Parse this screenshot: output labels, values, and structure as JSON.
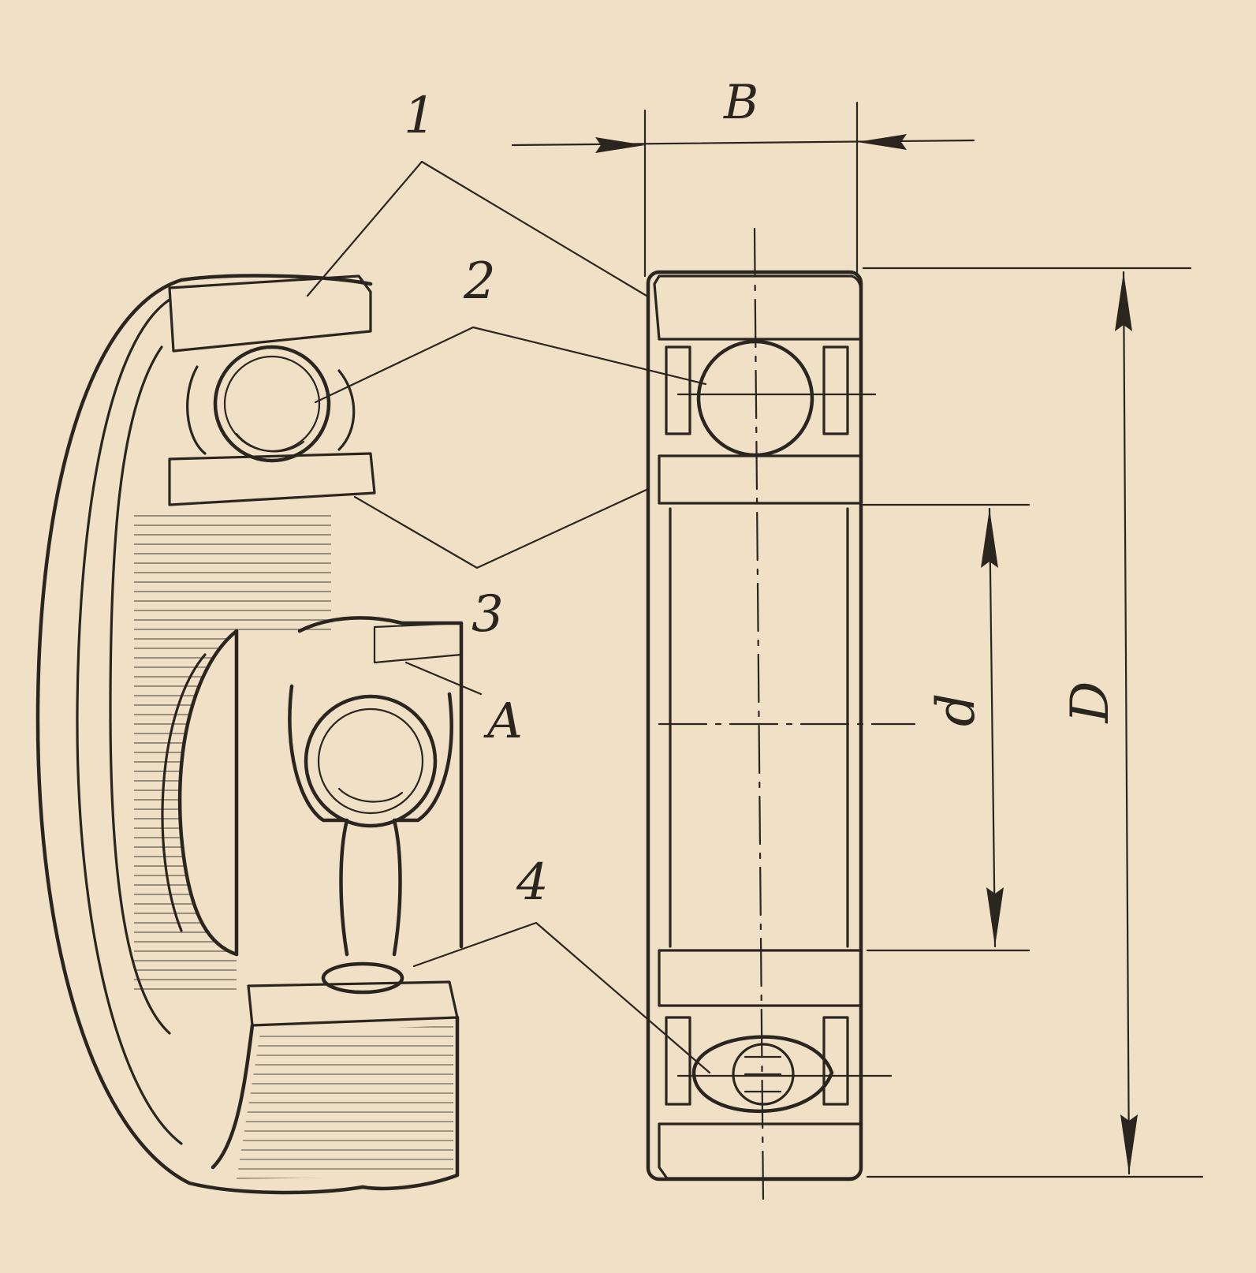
{
  "labels": {
    "part_1": "1",
    "part_2": "2",
    "part_3": "3",
    "part_4": "4",
    "detail_a": "A"
  },
  "dimensions": {
    "width": "B",
    "bore": "d",
    "outer": "D"
  }
}
